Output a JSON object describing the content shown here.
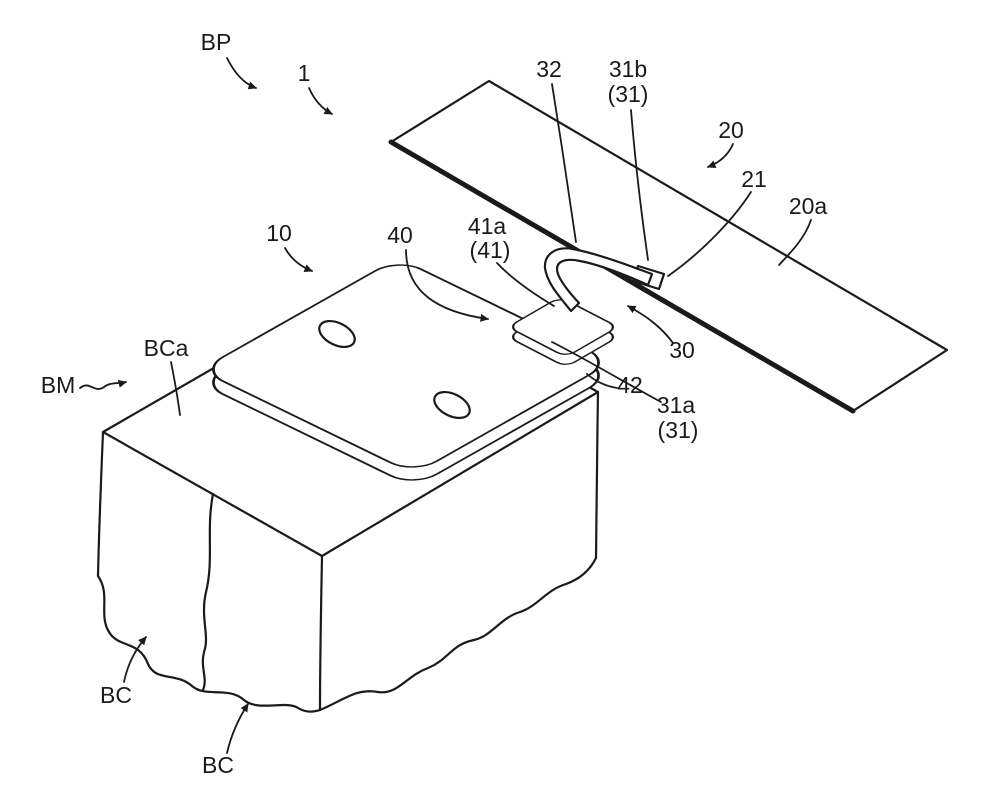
{
  "figure": {
    "background_color": "#ffffff",
    "line_color": "#1a1a1a",
    "labels": {
      "bp": "BP",
      "one": "1",
      "n32": "32",
      "n31b": "31b",
      "n31b_sub": "(31)",
      "n20": "20",
      "n21": "21",
      "n20a": "20a",
      "n10": "10",
      "n40": "40",
      "n41a": "41a",
      "n41a_sub": "(41)",
      "bca": "BCa",
      "bm": "BM",
      "n30": "30",
      "n42": "42",
      "n31a": "31a",
      "n31a_sub": "(31)",
      "bc1": "BC",
      "bc2": "BC"
    }
  }
}
